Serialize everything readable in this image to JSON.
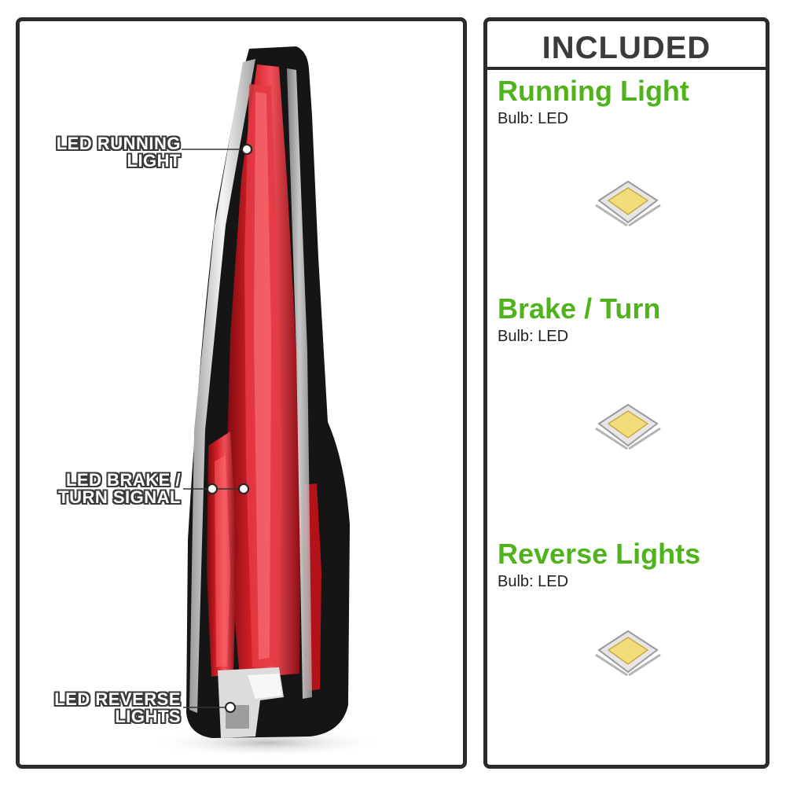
{
  "callouts": {
    "running": [
      "LED RUNNING",
      "LIGHT"
    ],
    "brake": [
      "LED BRAKE /",
      "TURN SIGNAL"
    ],
    "reverse": [
      "LED REVERSE",
      "LIGHTS"
    ]
  },
  "included": {
    "title": "INCLUDED",
    "features": [
      {
        "name": "Running Light",
        "bulb": "Bulb: LED",
        "icon": "led-chip-icon"
      },
      {
        "name": "Brake / Turn",
        "bulb": "Bulb: LED",
        "icon": "led-chip-icon"
      },
      {
        "name": "Reverse Lights",
        "bulb": "Bulb: LED",
        "icon": "led-chip-icon"
      }
    ]
  },
  "colors": {
    "accent_green": "#4fb31c",
    "lamp_red": "#c8161d",
    "frame": "#2b2b2b"
  }
}
